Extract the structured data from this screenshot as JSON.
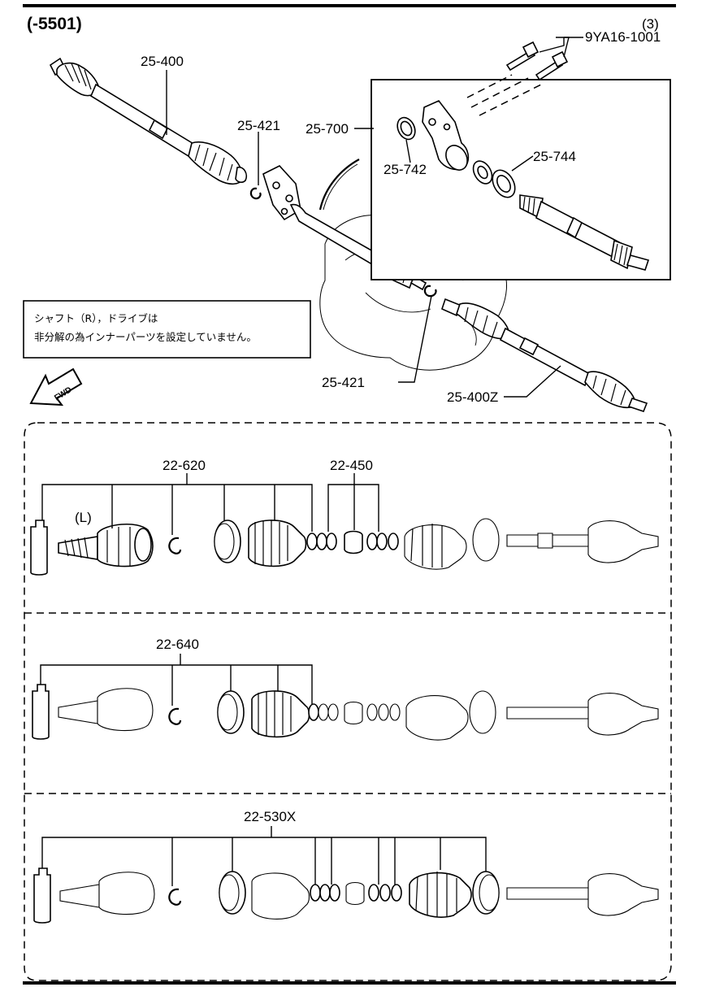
{
  "header": {
    "code": "(-5501)"
  },
  "callouts": {
    "bolt": "9YA16-1001",
    "bolt_qty": "(3)",
    "left_shaft": "25-400",
    "clip_upper": "25-421",
    "bracket_kit": "25-700",
    "seal_a": "25-742",
    "seal_b": "25-744",
    "clip_lower": "25-421",
    "right_shaft": "25-400Z"
  },
  "note": {
    "line1": "シャフト（R），ドライブは",
    "line2": "非分解の為インナーパーツを設定していません。"
  },
  "fwd_label": "FWD",
  "kits": {
    "row1_kit_a": "22-620",
    "row1_kit_b": "22-450",
    "row1_side": "(L)",
    "row2_kit": "22-640",
    "row3_kit": "22-530X"
  }
}
